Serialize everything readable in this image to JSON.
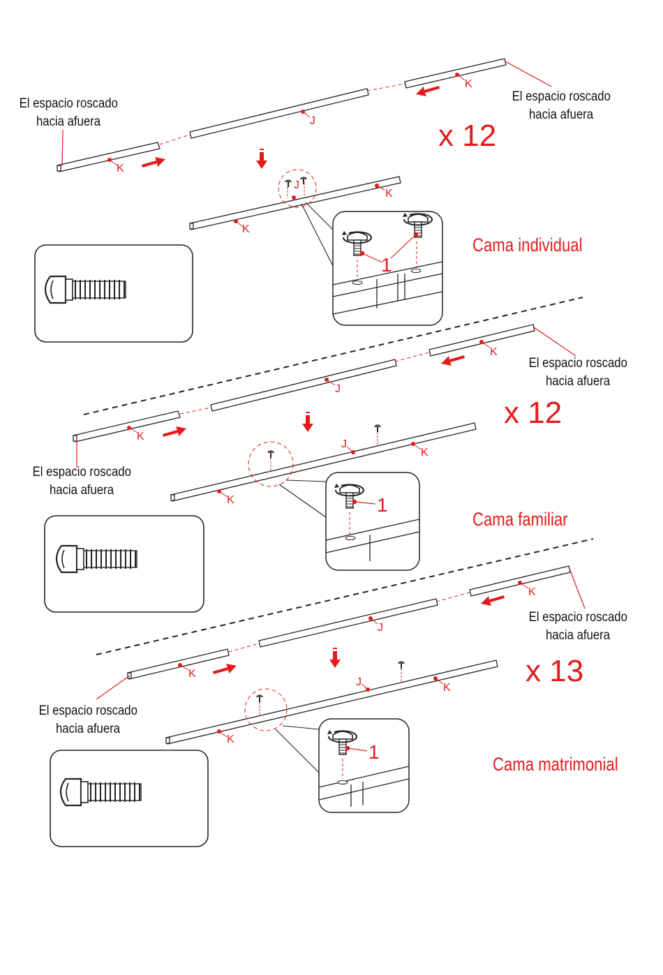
{
  "parts": {
    "rail_end": "K",
    "rail_center": "J",
    "screw": "1"
  },
  "sections": [
    {
      "bed_label": "Cama individual",
      "quantity": "x 12",
      "left_note_line1": "El espacio roscado",
      "left_note_line2": "hacia afuera",
      "right_note_line1": "El espacio roscado",
      "right_note_line2": "hacia afuera"
    },
    {
      "bed_label": "Cama familiar",
      "quantity": "x 12",
      "left_note_line1": "El espacio roscado",
      "left_note_line2": "hacia afuera",
      "right_note_line1": "El espacio roscado",
      "right_note_line2": "hacia afuera"
    },
    {
      "bed_label": "Cama matrimonial",
      "quantity": "x 13",
      "left_note_line1": "El espacio roscado",
      "left_note_line2": "hacia afuera",
      "right_note_line1": "El espacio roscado",
      "right_note_line2": "hacia afuera"
    }
  ],
  "colors": {
    "accent_red": "#e31b1b",
    "line": "#222222"
  },
  "icons": [
    "screw-icon",
    "arrow-right-icon",
    "arrow-left-icon",
    "arrow-down-icon",
    "rotate-icon"
  ]
}
